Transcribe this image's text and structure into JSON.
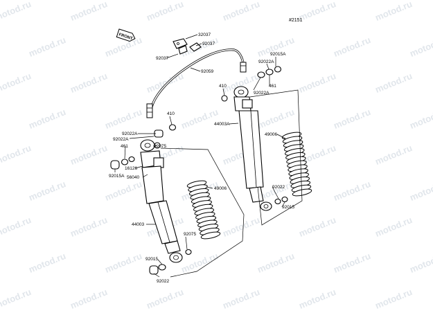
{
  "diagram": {
    "ref_code": "#2151",
    "front_label": "FRONT",
    "watermark": "motod.ru",
    "parts": {
      "p32037": "32037",
      "p92037_r": "92037",
      "p92037_l": "92037",
      "p92059": "92059",
      "p92015A_top": "92015A",
      "p92022A_top": "92022A",
      "p461_top": "461",
      "p92022A_top2": "92022A",
      "p410_right": "410",
      "p44003A": "44003A",
      "p49006_right": "49006",
      "p92022_right": "92022",
      "p92015_right": "92015",
      "p410_left": "410",
      "p92022A_left": "92022A",
      "p92022A_left2": "92022A",
      "p461_left": "461",
      "p92075_upper": "92075",
      "p16126": "16126",
      "p92015A_left": "92015A",
      "p56040": "56040",
      "p49006_left": "49006",
      "p44003": "44003",
      "p92075_lower": "92075",
      "p92015_left": "92015",
      "p92022_left": "92022"
    }
  }
}
